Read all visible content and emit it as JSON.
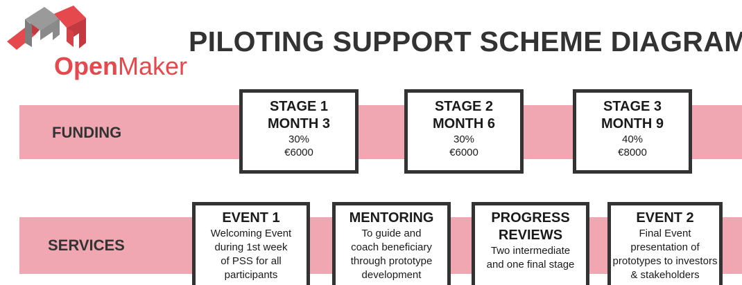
{
  "logo": {
    "word_bold": "Open",
    "word_regular": "Maker"
  },
  "title": "PILOTING SUPPORT SCHEME DIAGRAM",
  "funding": {
    "label": "FUNDING",
    "stages": [
      {
        "title": "STAGE 1",
        "month": "MONTH 3",
        "percent": "30%",
        "amount": "€6000"
      },
      {
        "title": "STAGE 2",
        "month": "MONTH 6",
        "percent": "30%",
        "amount": "€6000"
      },
      {
        "title": "STAGE 3",
        "month": "MONTH 9",
        "percent": "40%",
        "amount": "€8000"
      }
    ]
  },
  "services": {
    "label": "SERVICES",
    "items": [
      {
        "title": "EVENT 1",
        "lines": [
          "Welcoming Event",
          "during 1st week",
          "of PSS for all",
          "participants"
        ]
      },
      {
        "title": "MENTORING",
        "lines": [
          "To guide and",
          "coach beneficiary",
          "through prototype",
          "development"
        ]
      },
      {
        "title_lines": [
          "PROGRESS",
          "REVIEWS"
        ],
        "lines": [
          "Two intermediate",
          "and one final stage"
        ]
      },
      {
        "title": "EVENT 2",
        "lines": [
          "Final Event",
          "presentation of",
          "prototypes to investors",
          "& stakeholders"
        ]
      }
    ]
  },
  "colors": {
    "band": "#f1a7b1",
    "brand": "#e5484d",
    "box_border": "#333333",
    "logo_grey": "#8a8a8a"
  }
}
